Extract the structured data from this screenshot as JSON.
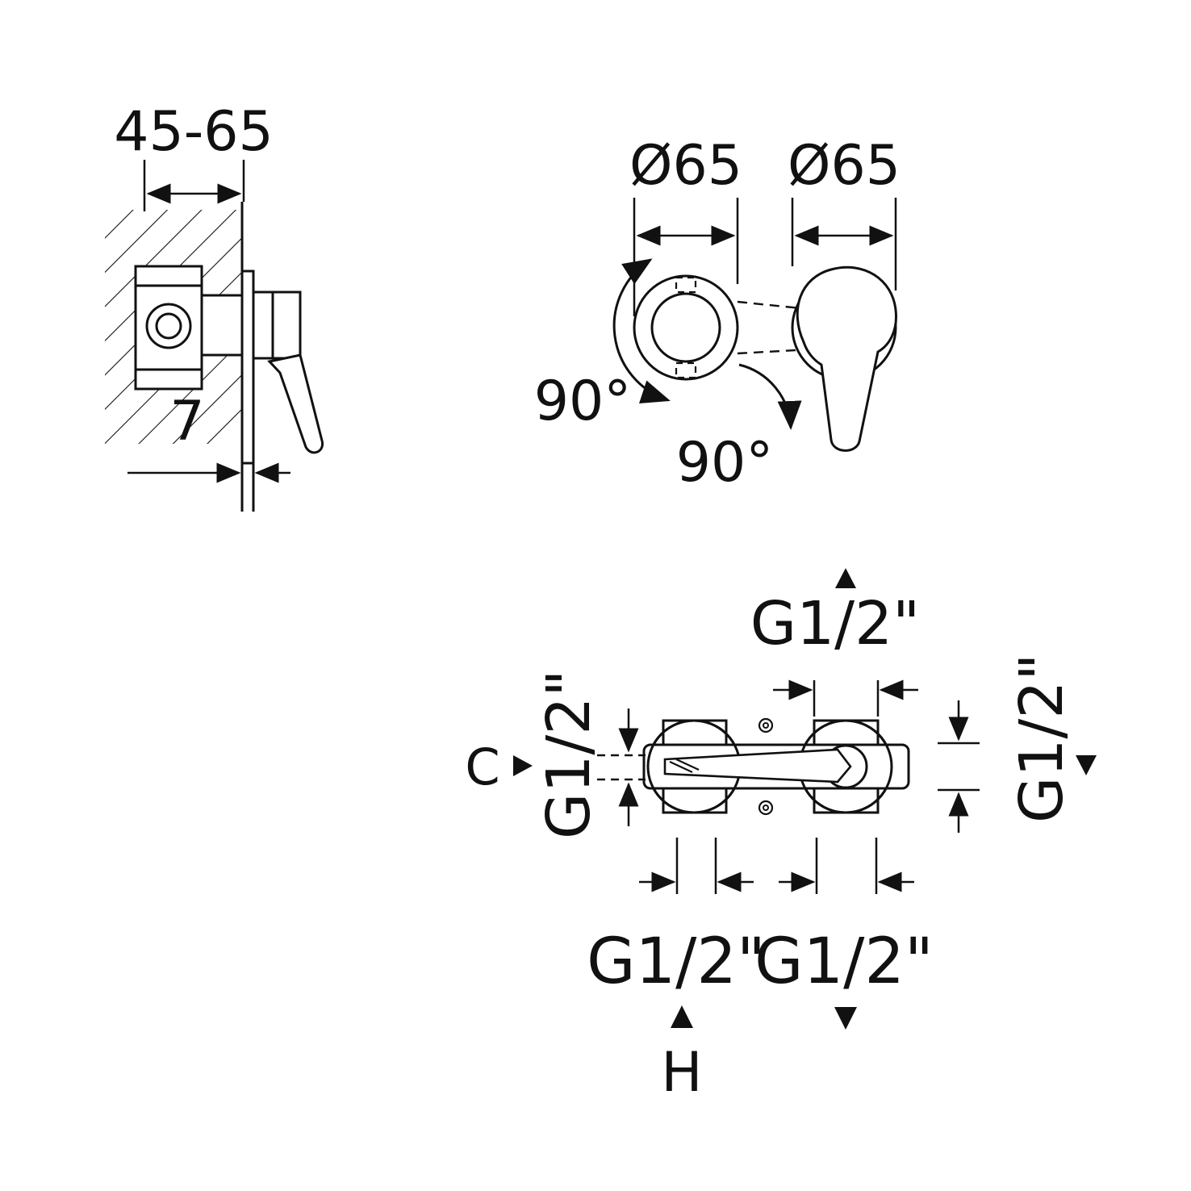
{
  "meta": {
    "background_color": "#ffffff",
    "line_color": "#111111",
    "drawing_type": "concealed-shower-mixer-installation-diagram"
  },
  "section_view": {
    "depth_range_label": "45-65",
    "plate_thickness_label": "7"
  },
  "front_view": {
    "trim_diameter_label": "Ø65",
    "handle_diameter_label": "Ø65",
    "rotation_left_label": "90°",
    "rotation_right_label": "90°"
  },
  "plan_view": {
    "top_port_label": "G1/2\"",
    "left_port_label": "G1/2\"",
    "right_port_label": "G1/2\"",
    "bottom_left_port_label": "G1/2\"",
    "bottom_right_port_label": "G1/2\"",
    "cold_label": "C",
    "hot_label": "H"
  }
}
